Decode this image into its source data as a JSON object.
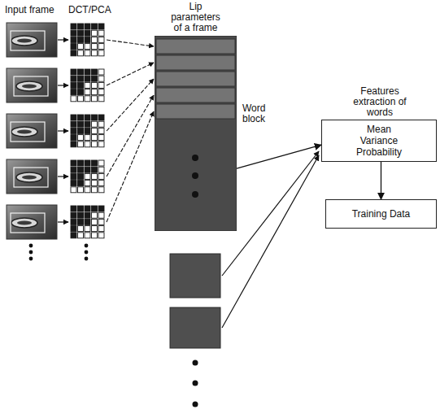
{
  "diagram": {
    "nodes": [
      {
        "text": [
          "Lip parameters of a frame"
        ]
      },
      {
        "text": [
          "Features extraction of words",
          "Mean Variance Probability"
        ]
      },
      {
        "text": [
          "Training Data"
        ]
      }
    ],
    "edges": [
      {
        "from": 0,
        "to": 1,
        "arrow": "to"
      },
      {
        "from": 1,
        "to": 2,
        "arrow": "to"
      }
    ],
    "labels": [
      "Input frame",
      "DCT/PCA",
      "Word block"
    ]
  }
}
